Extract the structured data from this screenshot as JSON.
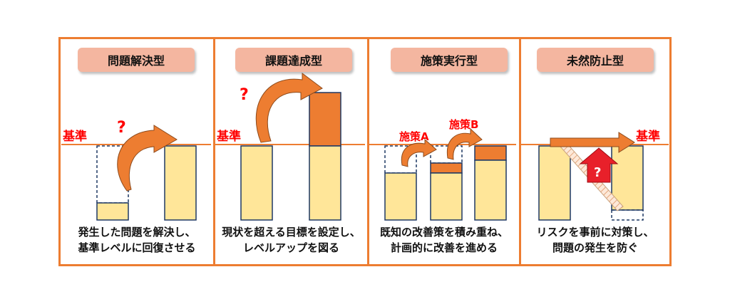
{
  "colors": {
    "frame": "#ED7D31",
    "bar_light": "#FFE699",
    "bar_dark": "#ED7D31",
    "title_bg": "#F4B6A0",
    "question": "#FF0000",
    "arrow_up": "#E8202A"
  },
  "panels": [
    {
      "title": "問題解決型",
      "caption_line1": "発生した問題を解決し、",
      "caption_line2": "基準レベルに回復させる",
      "baseline_label": "基準",
      "question_mark": "?"
    },
    {
      "title": "課題達成型",
      "caption_line1": "現状を超える目標を設定し、",
      "caption_line2": "レベルアップを図る",
      "baseline_label": "基準",
      "question_mark": "?"
    },
    {
      "title": "施策実行型",
      "caption_line1": "既知の改善策を積み重ね、",
      "caption_line2": "計画的に改善を進める",
      "measure_a": "施策A",
      "measure_b": "施策B"
    },
    {
      "title": "未然防止型",
      "caption_line1": "リスクを事前に対策し、",
      "caption_line2": "問題の発生を防ぐ",
      "baseline_label": "基準",
      "question_mark": "?"
    }
  ]
}
